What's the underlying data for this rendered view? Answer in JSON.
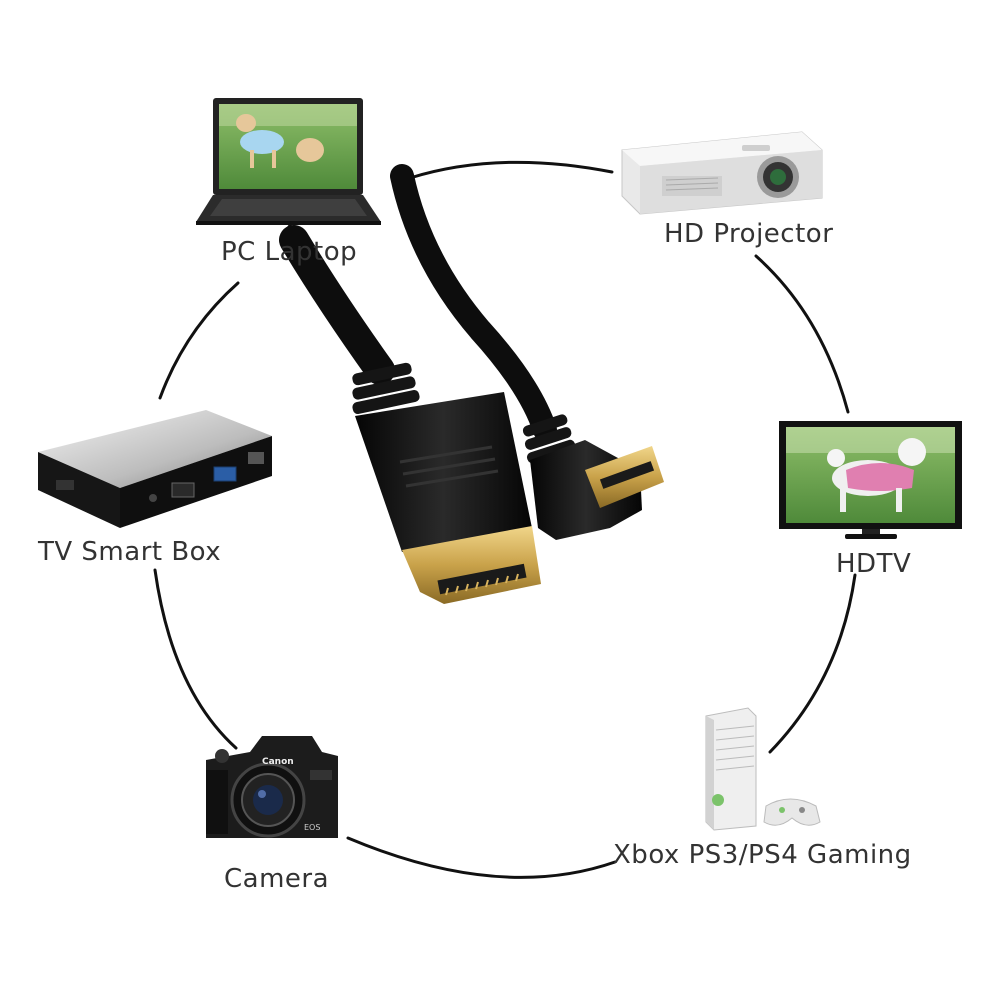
{
  "labels": {
    "laptop": "PC Laptop",
    "projector": "HD Projector",
    "tv_box": "TV Smart Box",
    "hdtv": "HDTV",
    "camera": "Camera",
    "gaming": "Xbox PS3/PS4 Gaming",
    "camera_brand": "Canon",
    "camera_model": "EOS"
  },
  "colors": {
    "background": "#ffffff",
    "label_text": "#333333",
    "ring": "#111111",
    "cable": "#111111",
    "gold": "#c9a24a"
  },
  "icons": [
    "laptop-icon",
    "projector-icon",
    "tv-box-icon",
    "hdtv-icon",
    "camera-icon",
    "game-console-icon",
    "hdmi-connector-icon",
    "mini-hdmi-connector-icon"
  ]
}
